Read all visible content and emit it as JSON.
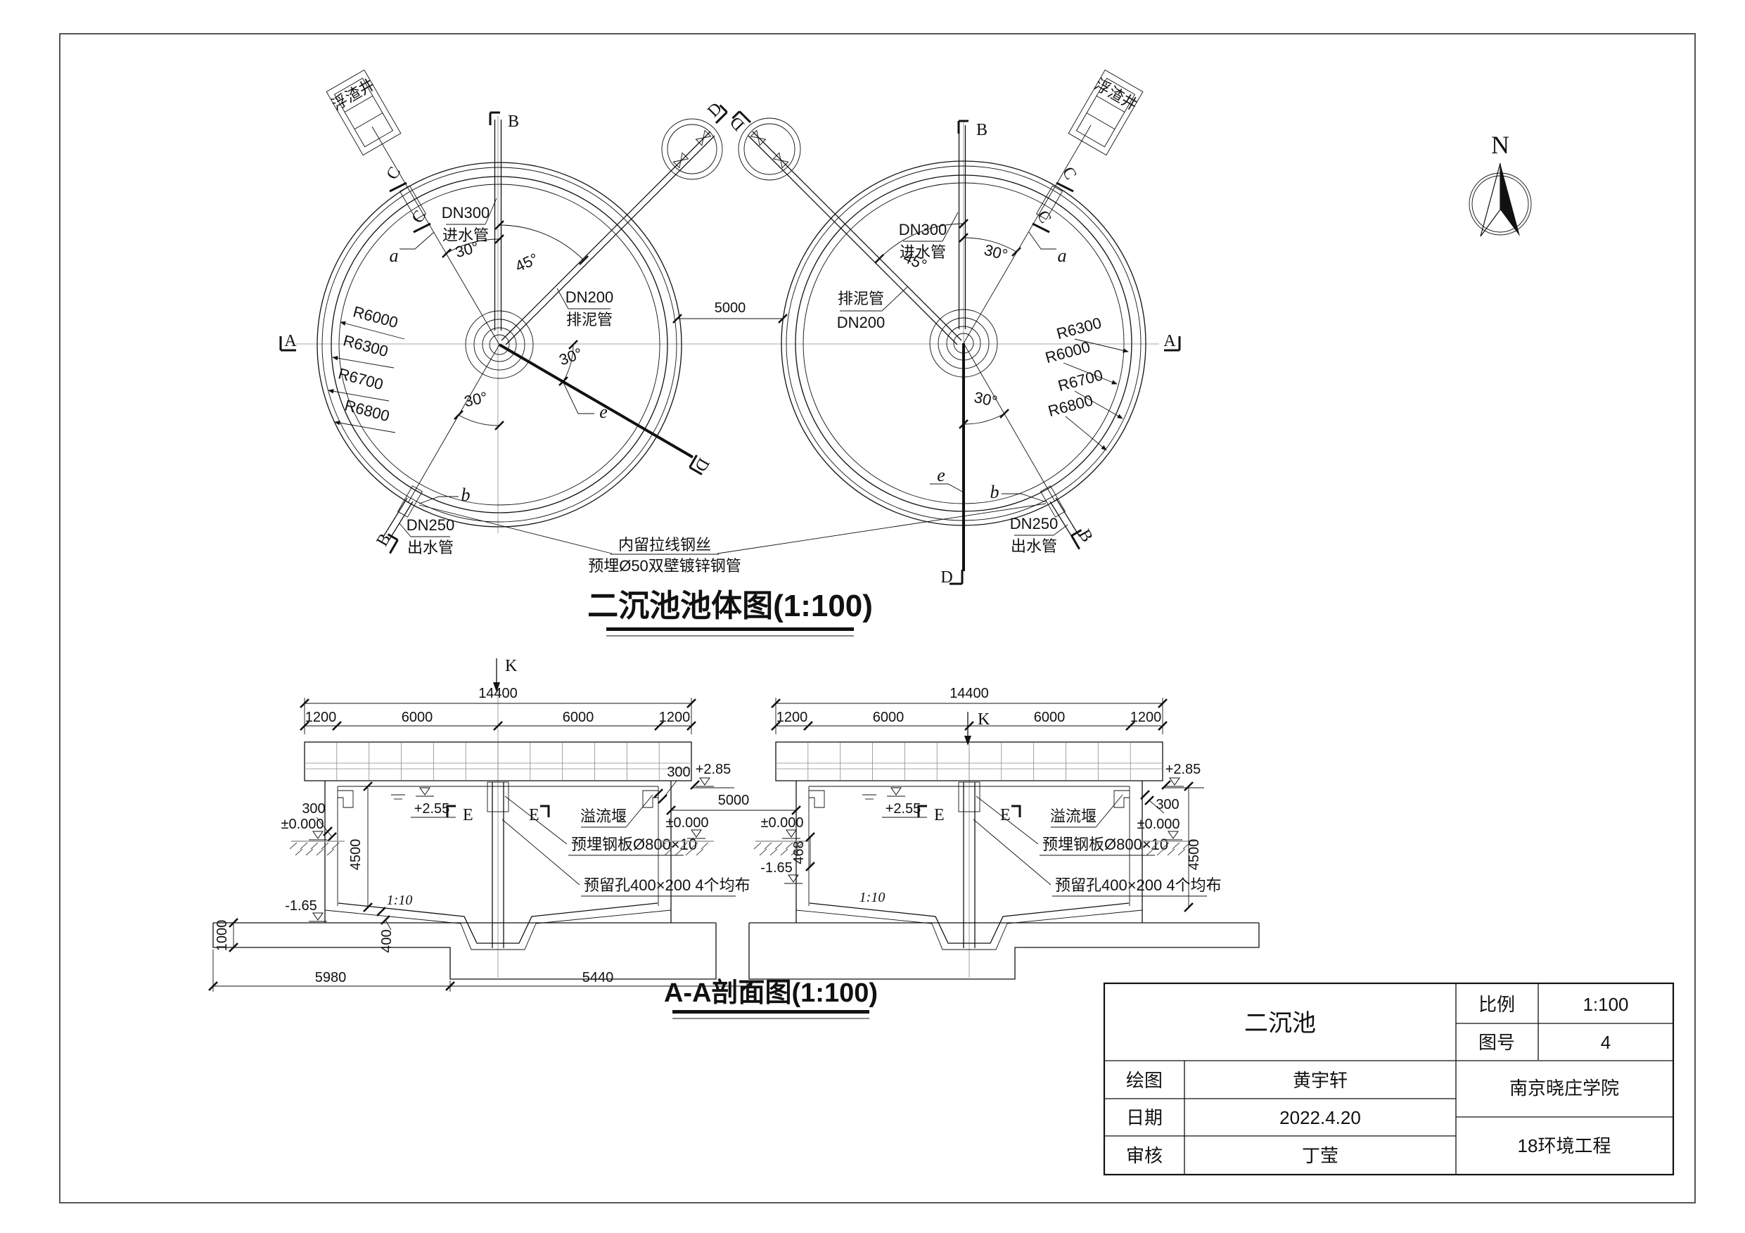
{
  "north": {
    "n": "N"
  },
  "plan": {
    "title": "二沉池池体图(1:100)",
    "scum": "浮渣井",
    "dn300": "DN300",
    "inlet": "进水管",
    "dn200": "DN200",
    "sludge": "排泥管",
    "dn250": "DN250",
    "outlet": "出水管",
    "r6000": "R6000",
    "r6300": "R6300",
    "r6700": "R6700",
    "r6800": "R6800",
    "deg30": "30°",
    "deg45": "45°",
    "la": "a",
    "lb": "b",
    "le": "e",
    "mA": "A",
    "mB": "B",
    "mC": "C",
    "mD": "D",
    "gap": "5000",
    "anchor1": "内留拉线钢丝",
    "anchor2": "预埋Ø50双壁镀锌钢管"
  },
  "section": {
    "title": "A-A剖面图(1:100)",
    "d14400": "14400",
    "d1200": "1200",
    "d6000": "6000",
    "mK": "K",
    "mE": "E",
    "lv285": "+2.85",
    "lv255": "+2.55",
    "lv0": "±0.000",
    "lvm165": "-1.65",
    "weir": "溢流堰",
    "plate": "预埋钢板Ø800×10",
    "hole": "预留孔400×200 4个均布",
    "d300": "300",
    "d4500": "4500",
    "d5000": "5000",
    "d468": "468",
    "slope": "1:10",
    "d1000": "1000",
    "d400": "400",
    "d5980": "5980",
    "d5440": "5440"
  },
  "titleblock": {
    "project": "二沉池",
    "scale_label": "比例",
    "scale_value": "1:100",
    "no_label": "图号",
    "no_value": "4",
    "draw_label": "绘图",
    "draw_value": "黄宇轩",
    "date_label": "日期",
    "date_value": "2022.4.20",
    "check_label": "审核",
    "check_value": "丁莹",
    "school": "南京晓庄学院",
    "class": "18环境工程"
  }
}
